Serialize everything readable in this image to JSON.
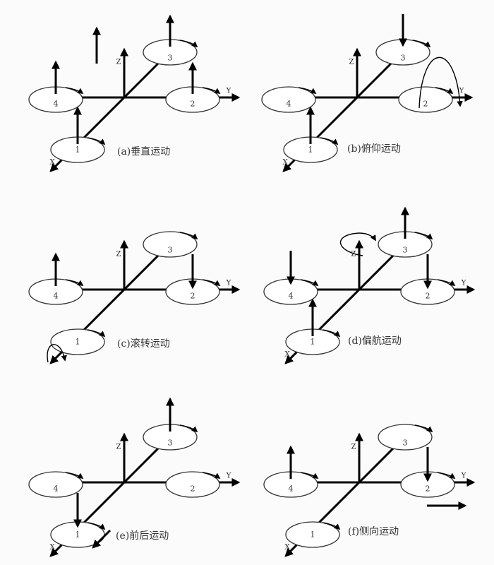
{
  "axis_labels": {
    "x": "X",
    "y": "Y",
    "z": "Z"
  },
  "rotor_numbers": [
    "1",
    "2",
    "3",
    "4"
  ],
  "panels": [
    {
      "id": "a",
      "caption": "(a)垂直运动"
    },
    {
      "id": "b",
      "caption": "(b)俯仰运动"
    },
    {
      "id": "c",
      "caption": "(c)滚转运动"
    },
    {
      "id": "d",
      "caption": "(d)偏航运动"
    },
    {
      "id": "e",
      "caption": "(e)前后运动"
    },
    {
      "id": "f",
      "caption": "(f)侧向运动"
    }
  ]
}
